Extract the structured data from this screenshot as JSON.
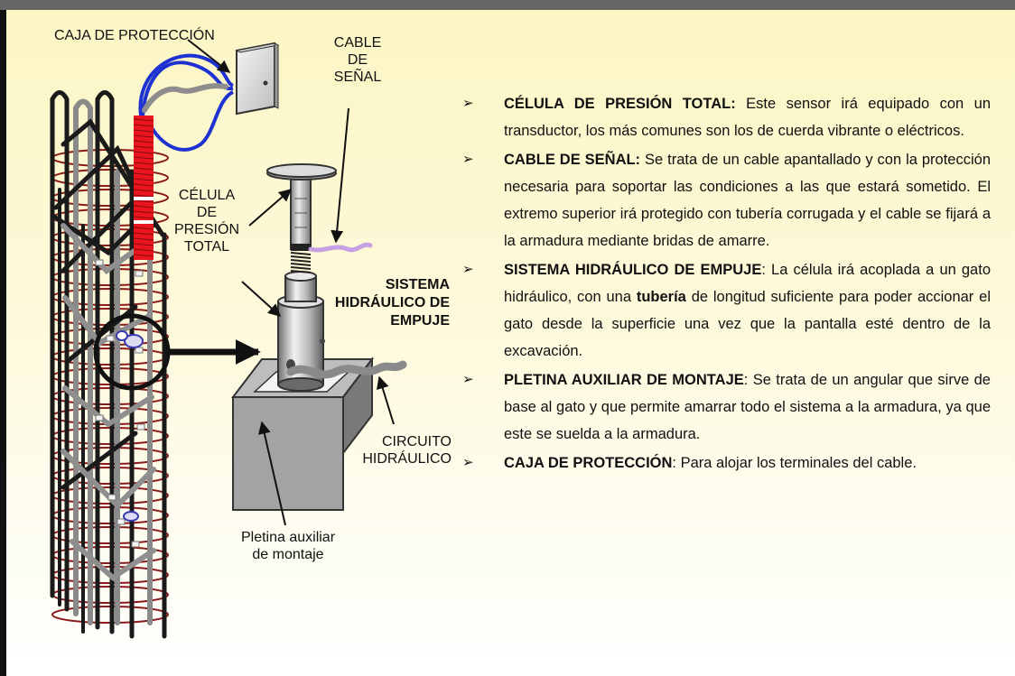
{
  "labels": {
    "caja": "CAJA DE PROTECCIÓN",
    "cable_1": "CABLE",
    "cable_2": "DE",
    "cable_3": "SEÑAL",
    "celula_1": "CÉLULA",
    "celula_2": "DE",
    "celula_3": "PRESIÓN",
    "celula_4": "TOTAL",
    "sistema_1": "SISTEMA",
    "sistema_2": "HIDRÁULICO DE",
    "sistema_3": "EMPUJE",
    "circuito_1": "CIRCUITO",
    "circuito_2": "HIDRÁULICO",
    "pletina_1": "Pletina auxiliar",
    "pletina_2": "de montaje"
  },
  "bullet_glyph": "➢",
  "items": [
    {
      "keyword": "CÉLULA DE PRESIÓN TOTAL:",
      "text": " Este sensor irá equipado con un transductor, los más comunes son los de cuerda vibrante o eléctricos."
    },
    {
      "keyword": "CABLE DE SEÑAL:",
      "text": " Se trata de un cable apantallado y con la protección necesaria para soportar las condiciones a las que estará sometido. El extremo superior irá protegido con tubería corrugada y el cable se fijará a la armadura mediante bridas de amarre."
    },
    {
      "keyword": "SISTEMA HIDRÁULICO DE EMPUJE",
      "text_a": ": La célula irá acoplada a un gato hidráulico, con una ",
      "bold_word": "tubería",
      "text_b": " de longitud suficiente para poder accionar el gato desde la superficie una vez que la pantalla esté dentro de la excavación."
    },
    {
      "keyword": "PLETINA AUXILIAR DE MONTAJE",
      "text": ": Se trata de un angular que sirve de base al gato y que permite amarrar todo el sistema a la armadura, ya que este se suelda a la armadura."
    },
    {
      "keyword": "CAJA DE PROTECCIÓN",
      "text": ": Para alojar los terminales del cable."
    }
  ],
  "colors": {
    "rebar_dark": "#1a1a1a",
    "rebar_grey": "#8a8a8a",
    "stirrup": "#8b1a1a",
    "sensor_red": "#e8141e",
    "cable_blue": "#1e32d2",
    "cable_lilac": "#c8a0e6"
  }
}
